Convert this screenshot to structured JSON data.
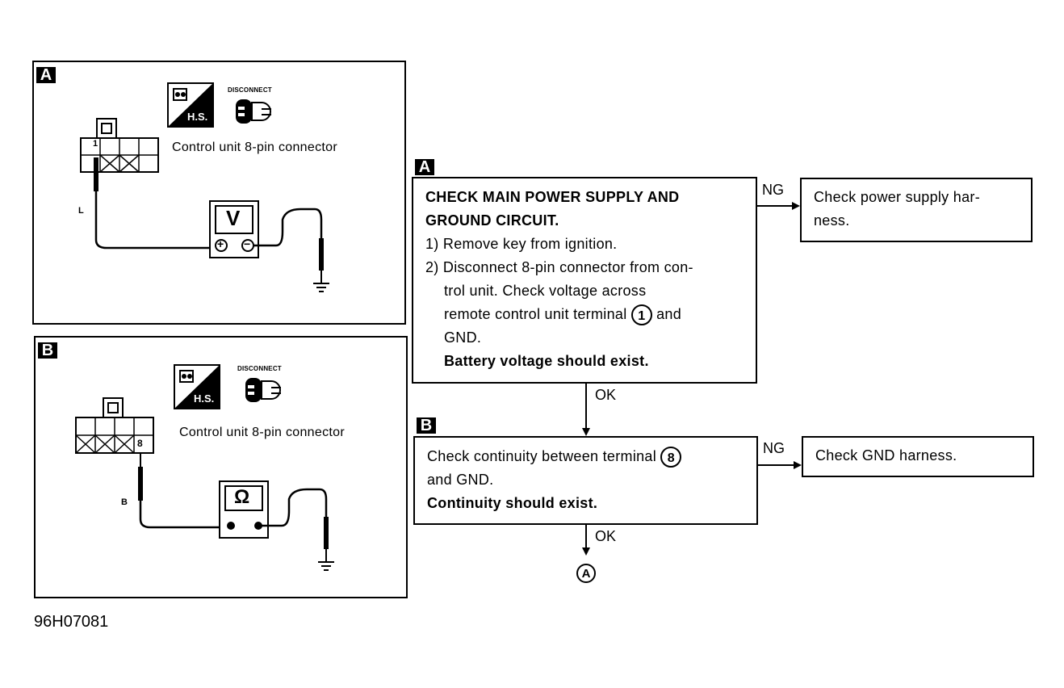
{
  "panel_a": {
    "tag": "A",
    "hs_label": "H.S.",
    "disconnect_label": "DISCONNECT",
    "connector_label": "Control unit 8-pin connector",
    "pin_number": "1",
    "wire_color": "L",
    "meter_symbol": "V",
    "plus_symbol": "+",
    "minus_symbol": "−"
  },
  "panel_b": {
    "tag": "B",
    "hs_label": "H.S.",
    "disconnect_label": "DISCONNECT",
    "connector_label": "Control unit 8-pin connector",
    "pin_number": "8",
    "wire_color": "B",
    "meter_symbol": "Ω"
  },
  "figure_id": "96H07081",
  "flow": {
    "step_a": {
      "tag": "A",
      "title_line1": "CHECK MAIN POWER SUPPLY AND",
      "title_line2": "GROUND CIRCUIT.",
      "item1": "1) Remove key from ignition.",
      "item2_line1": "2) Disconnect 8-pin connector from con-",
      "item2_line2": "trol unit. Check voltage across",
      "item2_line3": "remote control unit terminal",
      "item2_terminal": "1",
      "item2_line3_end": "and",
      "item2_line4": "GND.",
      "result": "Battery voltage should exist."
    },
    "ng_a": "NG",
    "ng_a_box_line1": "Check power supply har-",
    "ng_a_box_line2": "ness.",
    "ok_a": "OK",
    "step_b": {
      "tag": "B",
      "line1": "Check continuity between terminal",
      "terminal": "8",
      "line2": "and GND.",
      "result": "Continuity should exist."
    },
    "ng_b": "NG",
    "ng_b_box": "Check GND harness.",
    "ok_b": "OK",
    "next": "A"
  }
}
